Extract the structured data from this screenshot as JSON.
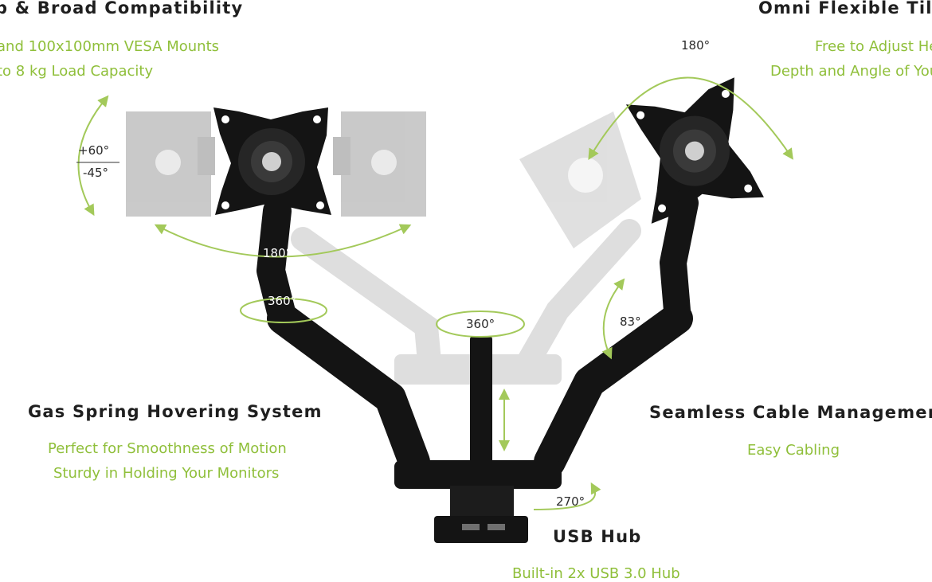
{
  "features": {
    "compatibility": {
      "heading": "p & Broad Compatibility",
      "lines": [
        "and 100x100mm VESA Mounts",
        "to 8 kg Load Capacity"
      ]
    },
    "tilt": {
      "heading": "Omni Flexible Tilt",
      "lines": [
        "Free to Adjust He",
        "Depth and Angle of You"
      ]
    },
    "gas_spring": {
      "heading": "Gas Spring Hovering System",
      "lines": [
        "Perfect for Smoothness of Motion",
        "Sturdy in Holding Your Monitors"
      ]
    },
    "cable": {
      "heading": "Seamless Cable Management",
      "lines": [
        "Easy Cabling"
      ]
    },
    "usb": {
      "heading": "USB Hub",
      "lines": [
        "Built-in 2x USB 3.0 Hub"
      ]
    }
  },
  "angle_labels": {
    "tilt_up": "+60°",
    "tilt_down": "-45°",
    "swivel_left": "180°",
    "rotate_left_joint": "360°",
    "pole_rotate": "360°",
    "right_rotation": "180°",
    "right_arm_lift": "83°",
    "base_rotate": "270°"
  },
  "colors": {
    "accent_green": "#8fbf3a",
    "arm_black": "#141414",
    "ghost_gray": "#b9b9b9"
  }
}
